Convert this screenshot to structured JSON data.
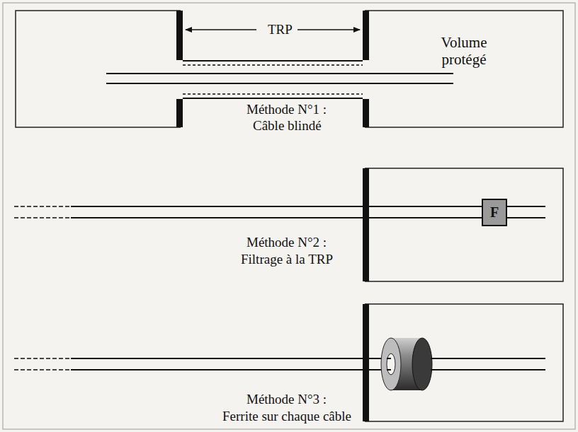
{
  "diagram": {
    "nodes": [
      {
        "text": [
          "Volume protégé"
        ]
      },
      {
        "text": [
          "F"
        ]
      }
    ],
    "labels": [
      "TRP",
      "Méthode N°1 :",
      "Câble blindé",
      "Méthode N°2 :",
      "Filtrage à la TRP",
      "Méthode N°3 :",
      "Ferrite sur chaque câble"
    ]
  }
}
